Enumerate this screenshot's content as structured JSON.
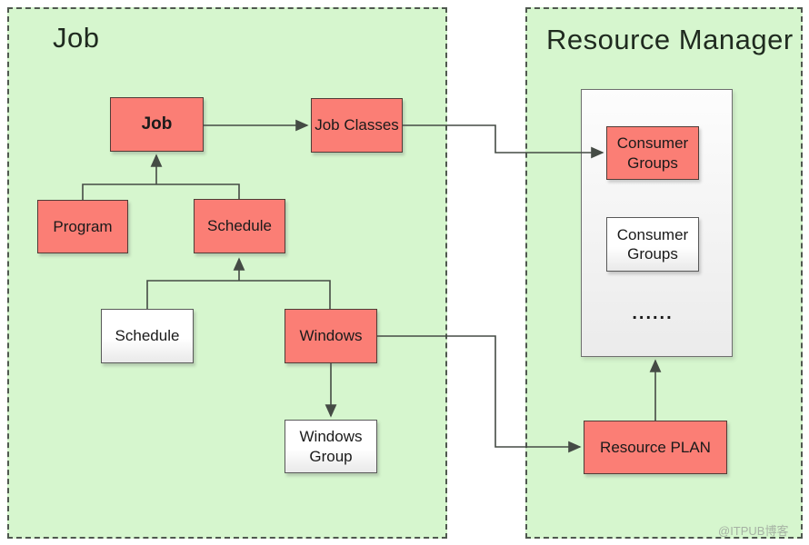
{
  "containers": {
    "job": {
      "title": "Job"
    },
    "resource_manager": {
      "title": "Resource Manager"
    }
  },
  "nodes": {
    "job": {
      "label": "Job"
    },
    "job_classes": {
      "label": "Job Classes"
    },
    "program": {
      "label": "Program"
    },
    "schedule": {
      "label": "Schedule"
    },
    "schedule_child": {
      "label": "Schedule"
    },
    "windows": {
      "label": "Windows"
    },
    "windows_group": {
      "label": "Windows Group"
    },
    "consumer_groups_primary": {
      "label": "Consumer Groups"
    },
    "consumer_groups_secondary": {
      "label": "Consumer Groups"
    },
    "more_groups": {
      "label": "......"
    },
    "resource_plan": {
      "label": "Resource PLAN"
    }
  },
  "watermark": {
    "label": "@ITPUB博客"
  },
  "colors": {
    "container_fill": "#d6f6ce",
    "container_border": "#4f584f",
    "node_fill_red": "#fb7e75",
    "node_border_red": "#503c37",
    "node_fill_white": "#ffffff",
    "node_border_gray": "#595959",
    "panel_border": "#6f6f6f",
    "connector": "#454b45",
    "text": "#1a1a1a",
    "watermark_gray": "#9a9f9a"
  }
}
